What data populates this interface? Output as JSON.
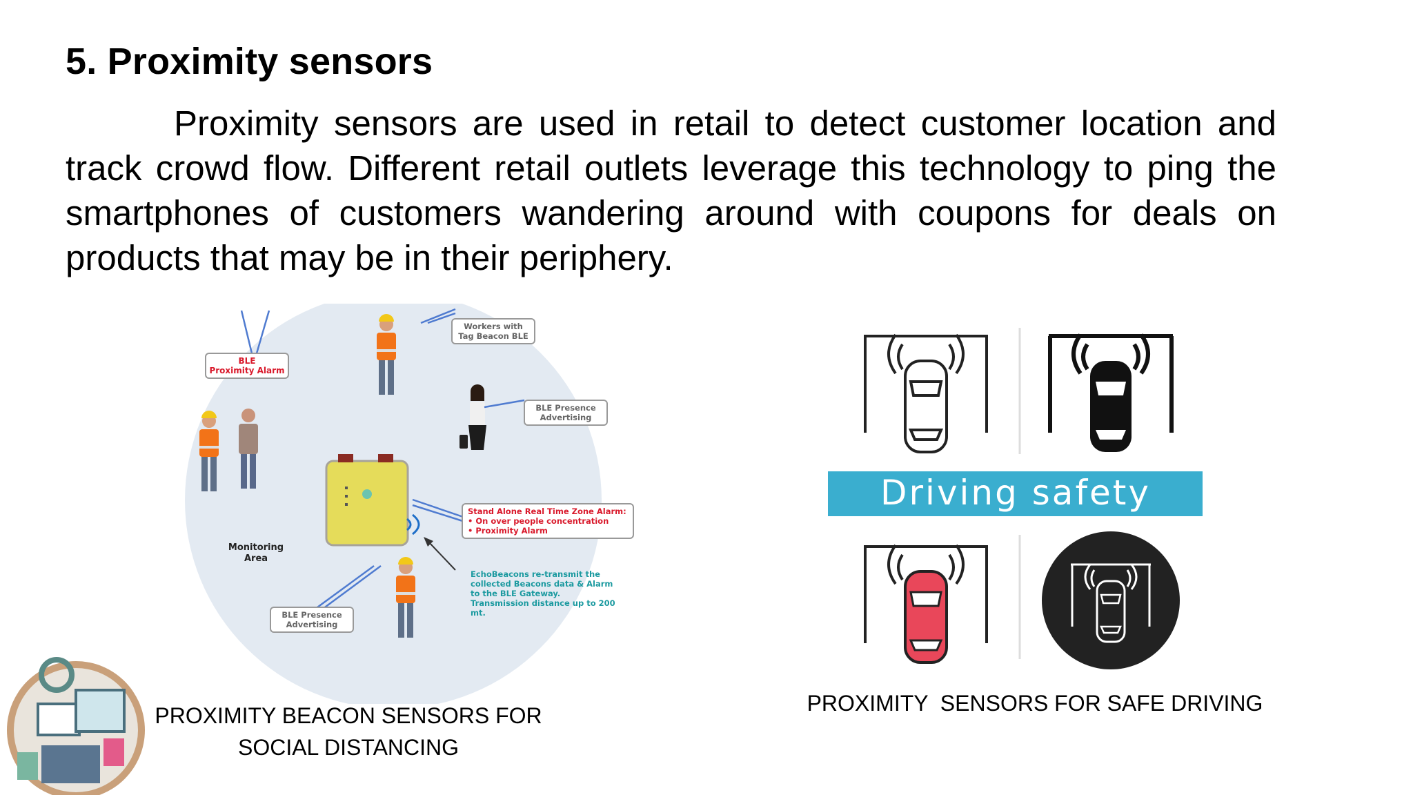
{
  "slide": {
    "title": "5. Proximity sensors",
    "paragraph": "Proximity sensors are used in retail to detect customer location and track crowd flow. Different retail outlets leverage this technology to ping the smartphones of customers wandering around with coupons for deals on products that may be in their periphery."
  },
  "left_figure": {
    "labels": {
      "ble_alarm_1": "BLE",
      "ble_alarm_2": "Proximity Alarm",
      "workers_1": "Workers with",
      "workers_2": "Tag Beacon BLE",
      "presence_top_1": "BLE Presence",
      "presence_top_2": "Advertising",
      "zone_1": "Stand Alone Real Time Zone Alarm:",
      "zone_2": "•  On over people concentration",
      "zone_3": "•  Proximity Alarm",
      "echo_1": "EchoBeacons re-transmit the",
      "echo_2": "collected Beacons data & Alarm",
      "echo_3": "to the BLE Gateway.",
      "echo_4": "Transmission distance up to 200",
      "echo_5": "mt.",
      "monitoring_1": "Monitoring",
      "monitoring_2": "Area",
      "presence_bottom_1": "BLE Presence",
      "presence_bottom_2": "Advertising"
    },
    "caption_line1": "PROXIMITY BEACON SENSORS FOR",
    "caption_line2": "SOCIAL DISTANCING"
  },
  "right_figure": {
    "banner": "Driving safety",
    "caption": "PROXIMITY  SENSORS FOR SAFE DRIVING"
  },
  "colors": {
    "banner": "#3aaecf",
    "circle": "#e3eaf2",
    "alarm_red": "#d9192b",
    "echo_teal": "#1c9aa0",
    "car_red": "#e9475a"
  }
}
